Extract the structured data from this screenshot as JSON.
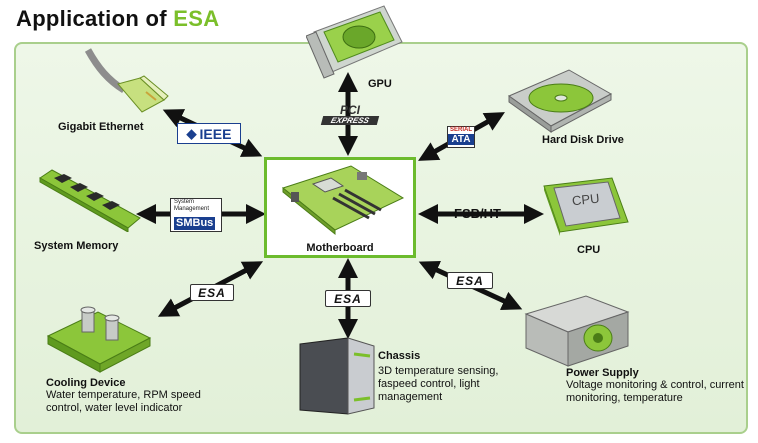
{
  "title": {
    "prefix": "Application of",
    "brand": "ESA"
  },
  "colors": {
    "accent": "#7bbf2a",
    "panel_border": "#a9cf8c",
    "panel_bg": "#e6f3dd",
    "arrow": "#111111",
    "ieee_blue": "#1a3f8f",
    "sata_red": "#c4261d"
  },
  "center": {
    "label": "Motherboard",
    "icon": "motherboard-icon"
  },
  "nodes": {
    "gpu": {
      "label": "GPU",
      "icon": "graphics-card-icon"
    },
    "ethernet": {
      "label": "Gigabit Ethernet",
      "icon": "ethernet-cable-icon"
    },
    "hdd": {
      "label": "Hard Disk Drive",
      "icon": "hard-disk-icon"
    },
    "memory": {
      "label": "System Memory",
      "icon": "memory-module-icon"
    },
    "cpu": {
      "label": "CPU",
      "chip_text": "CPU",
      "icon": "cpu-icon"
    },
    "cooling": {
      "label": "Cooling Device",
      "desc": "Water temperature, RPM speed control, water level indicator",
      "icon": "water-block-icon"
    },
    "chassis": {
      "label": "Chassis",
      "desc": "3D temperature sensing, faspeed control, light management",
      "icon": "chassis-icon"
    },
    "psu": {
      "label": "Power Supply",
      "desc": "Voltage monitoring & control, current monitoring, temperature",
      "icon": "power-supply-icon"
    }
  },
  "interfaces": {
    "pci_express": {
      "top": "PCI",
      "bottom": "EXPRESS"
    },
    "ieee": "IEEE",
    "serial_ata": {
      "top": "SERIAL",
      "bottom": "ATA"
    },
    "smbus": {
      "top": "System",
      "middle": "Management",
      "bottom": "SMBus"
    },
    "fsb": "FSB/HT",
    "esa": "ESA"
  }
}
